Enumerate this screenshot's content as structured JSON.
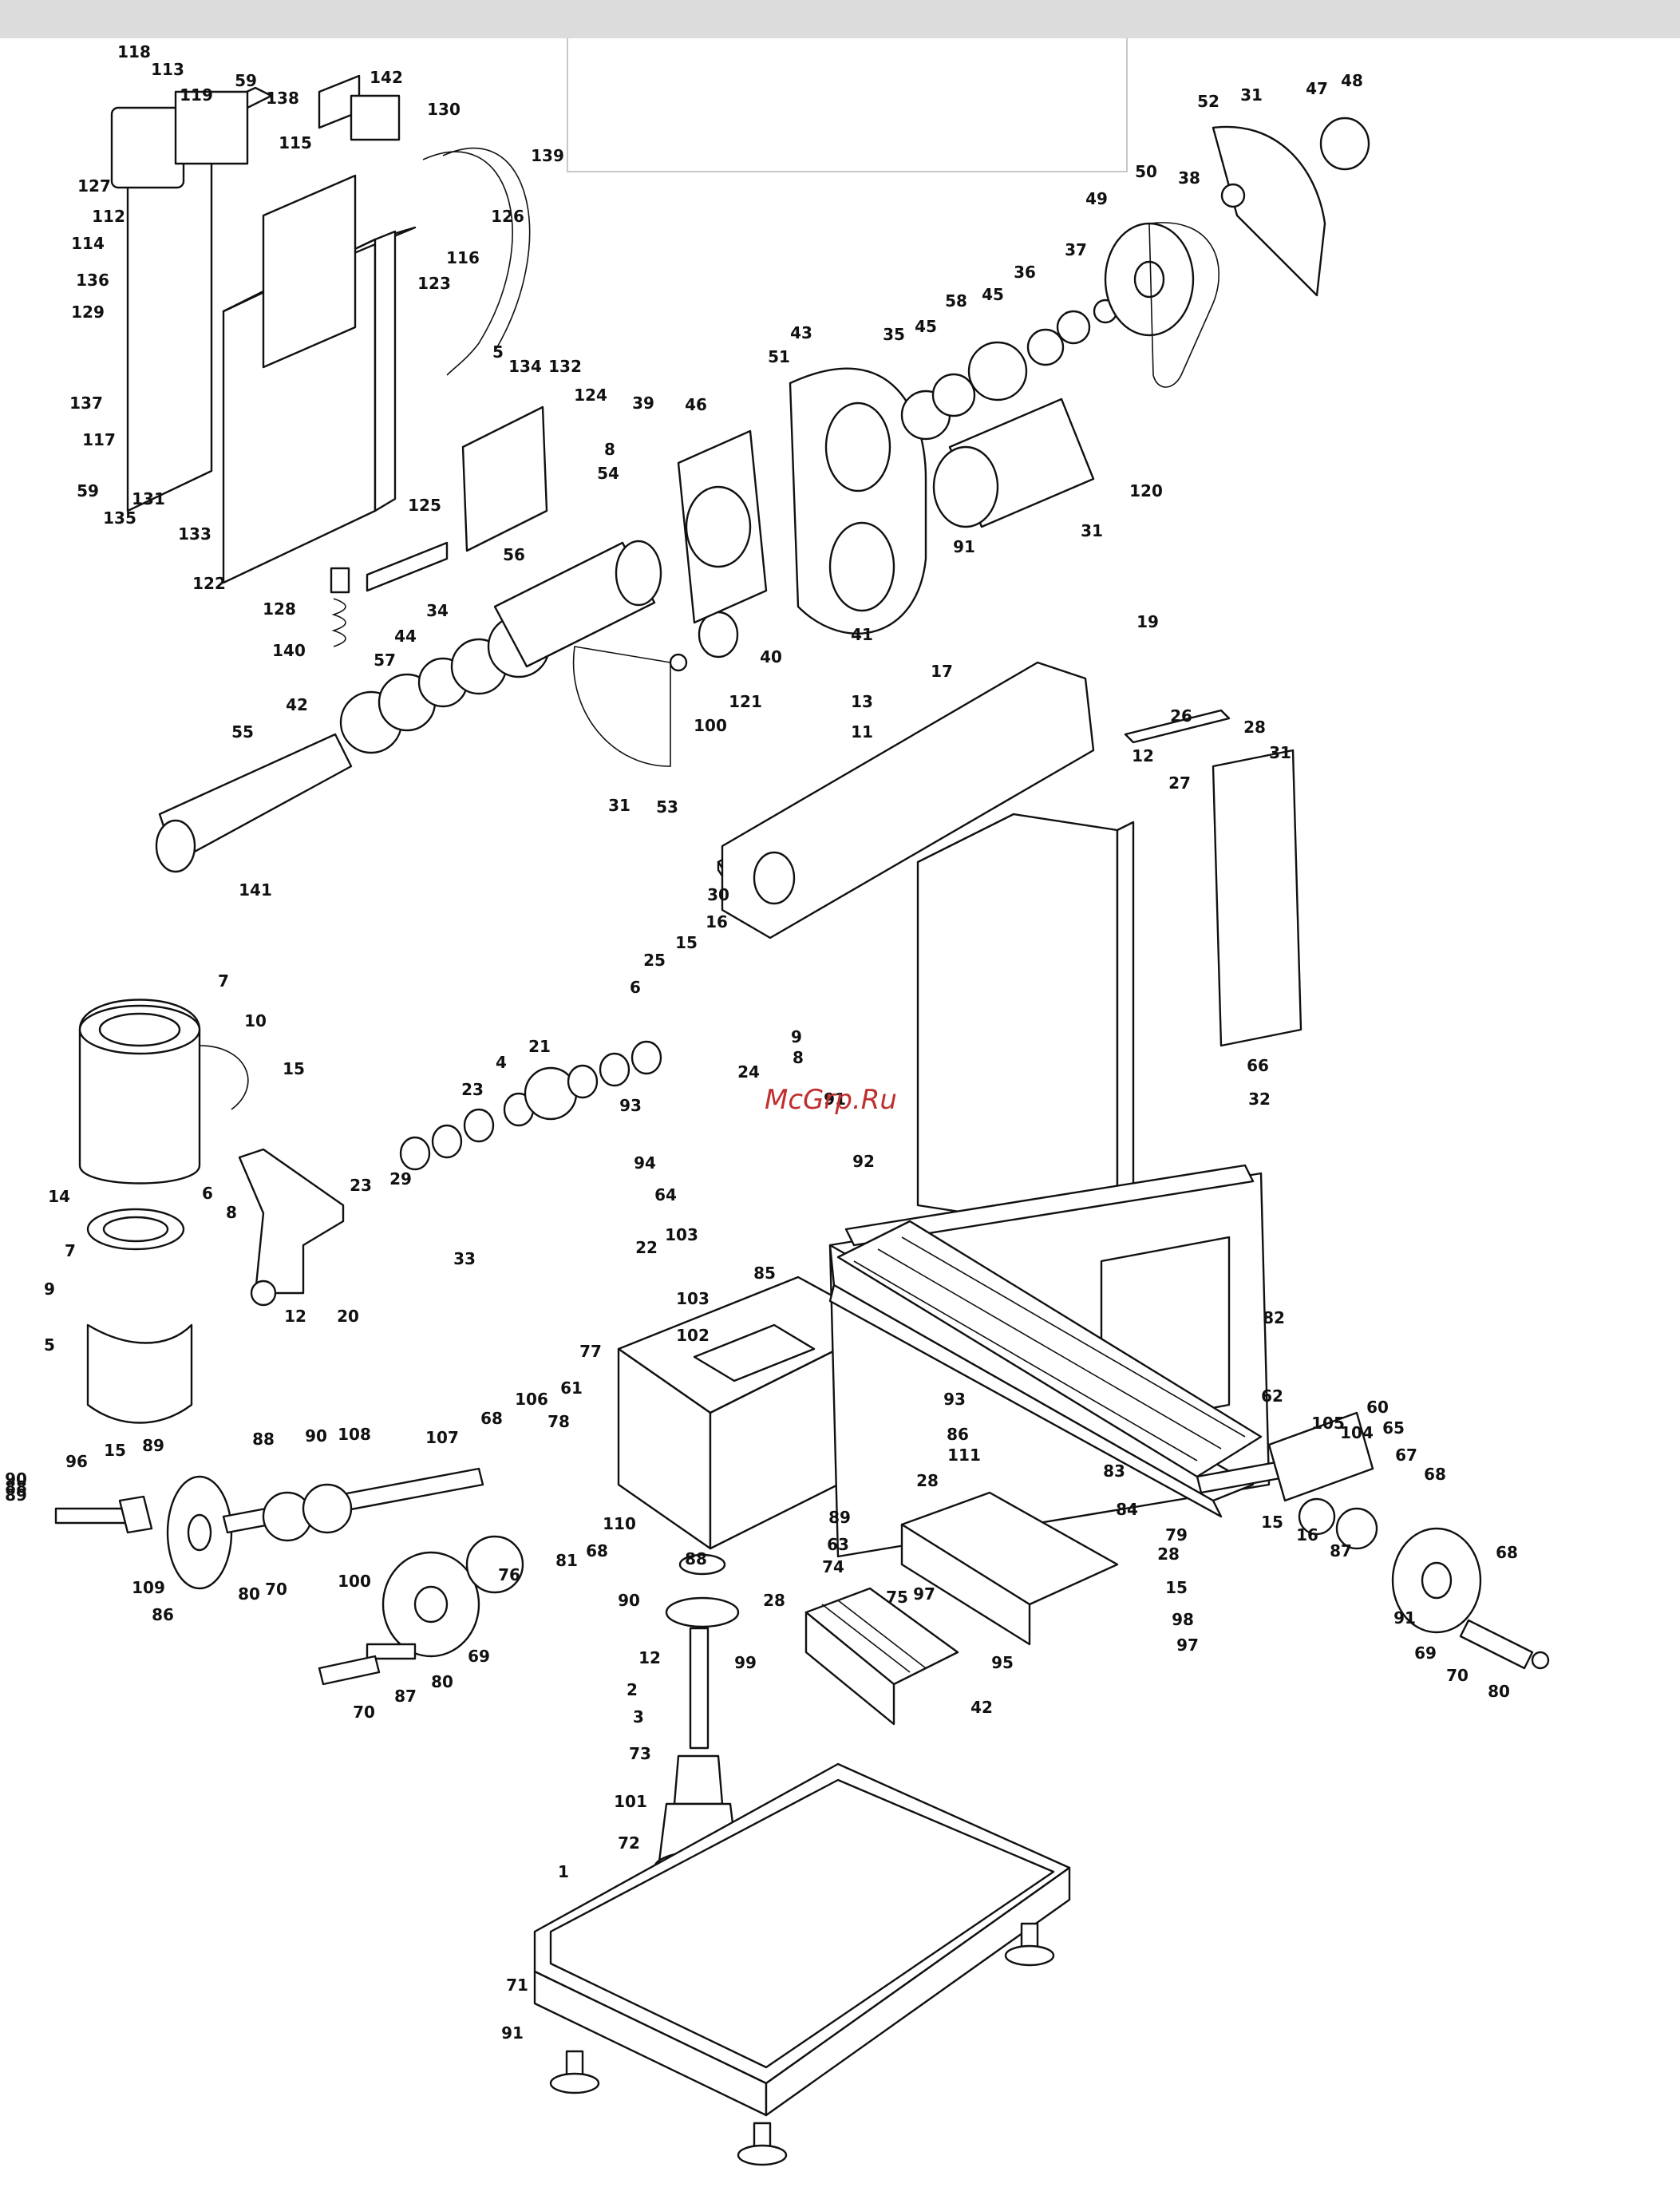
{
  "watermark": "McGrp.Ru",
  "labels": [
    "118",
    "113",
    "119",
    "59",
    "138",
    "142",
    "130",
    "139",
    "115",
    "127",
    "112",
    "126",
    "114",
    "116",
    "123",
    "136",
    "129",
    "137",
    "117",
    "59",
    "135",
    "131",
    "133",
    "122",
    "5",
    "134",
    "132",
    "124",
    "128",
    "140",
    "125",
    "56",
    "34",
    "44",
    "57",
    "42",
    "55",
    "141",
    "53",
    "31",
    "100",
    "121",
    "40",
    "43",
    "51",
    "39",
    "46",
    "8",
    "54",
    "35",
    "45",
    "58",
    "45",
    "36",
    "37",
    "49",
    "50",
    "38",
    "52",
    "31",
    "47",
    "48",
    "31",
    "120",
    "91",
    "41",
    "13",
    "11",
    "17",
    "19",
    "26",
    "12",
    "27",
    "28",
    "31",
    "30",
    "16",
    "15",
    "25",
    "6",
    "9",
    "8",
    "7",
    "10",
    "15",
    "14",
    "6",
    "8",
    "7",
    "9",
    "5",
    "4",
    "21",
    "23",
    "23",
    "29",
    "33",
    "12",
    "20",
    "24",
    "93",
    "94",
    "91",
    "92",
    "64",
    "66",
    "32",
    "22",
    "103",
    "85",
    "103",
    "102",
    "77",
    "61",
    "93",
    "82",
    "62",
    "86",
    "111",
    "28",
    "83",
    "96",
    "15",
    "89",
    "88",
    "90",
    "108",
    "107",
    "68",
    "106",
    "78",
    "109",
    "86",
    "80",
    "70",
    "110",
    "68",
    "81",
    "76",
    "100",
    "69",
    "87",
    "80",
    "70",
    "88",
    "90",
    "89",
    "84",
    "79",
    "63",
    "74",
    "75",
    "97",
    "28",
    "15",
    "98",
    "95",
    "97",
    "28",
    "99",
    "12",
    "2",
    "3",
    "73",
    "42",
    "101",
    "72",
    "1",
    "71",
    "91",
    "60",
    "105",
    "104",
    "65",
    "67",
    "68",
    "15",
    "16",
    "87",
    "91",
    "68",
    "69",
    "70",
    "80",
    "90",
    "88",
    "89"
  ]
}
